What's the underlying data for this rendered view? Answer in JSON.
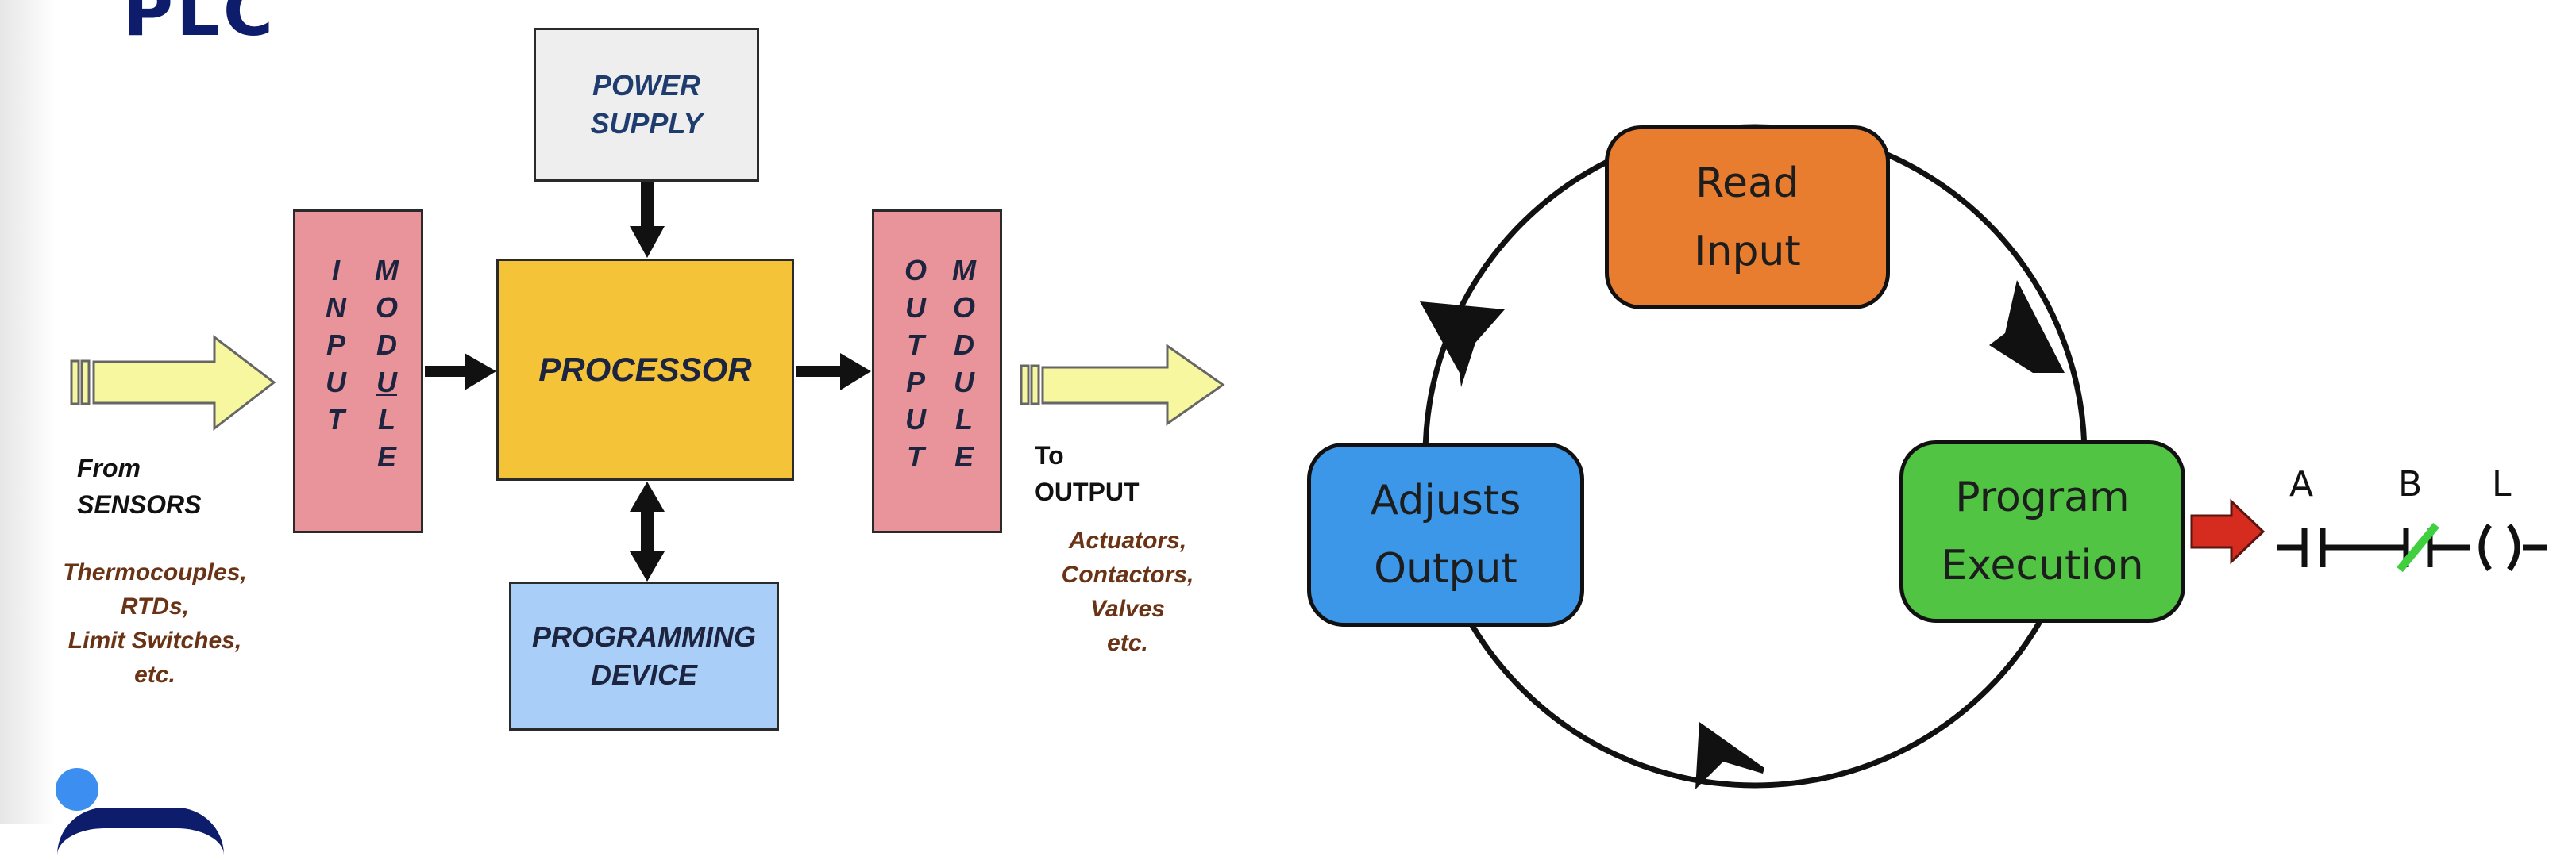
{
  "branding": {
    "top_logo_text": "PLC"
  },
  "block_diagram": {
    "power_supply": [
      "POWER",
      "SUPPLY"
    ],
    "processor": "PROCESSOR",
    "programming_device": [
      "PROGRAMMING",
      "DEVICE"
    ],
    "input_module": {
      "word1": [
        "I",
        "N",
        "P",
        "U",
        "T"
      ],
      "word2": [
        "M",
        "O",
        "D",
        "U",
        "L",
        "E"
      ]
    },
    "output_module": {
      "word1": [
        "O",
        "U",
        "T",
        "P",
        "U",
        "T"
      ],
      "word2": [
        "M",
        "O",
        "D",
        "U",
        "L",
        "E"
      ]
    },
    "from_label": [
      "From",
      "SENSORS"
    ],
    "sensor_examples": [
      "Thermocouples,",
      "RTDs,",
      "Limit Switches,",
      "etc."
    ],
    "to_label": [
      "To",
      "OUTPUT"
    ],
    "output_examples": [
      "Actuators,",
      "Contactors,",
      "Valves",
      "etc."
    ],
    "colors": {
      "module": "#e9949a",
      "processor": "#f4c338",
      "power_supply": "#eeeeee",
      "programming_device": "#a9cef7",
      "signal_arrow": "#f7f7a0",
      "example_text": "#6b3315"
    }
  },
  "scan_cycle": {
    "read_input": [
      "Read",
      "Input"
    ],
    "program_execution": [
      "Program",
      "Execution"
    ],
    "adjusts_output": [
      "Adjusts",
      "Output"
    ],
    "colors": {
      "read_input": "#e87d30",
      "program_execution": "#52c443",
      "adjusts_output": "#3d97e8",
      "pointer_arrow": "#d62b1f"
    }
  },
  "ladder_logic": {
    "labels": [
      "A",
      "B",
      "L"
    ],
    "highlight_color": "#3fcf3f"
  }
}
